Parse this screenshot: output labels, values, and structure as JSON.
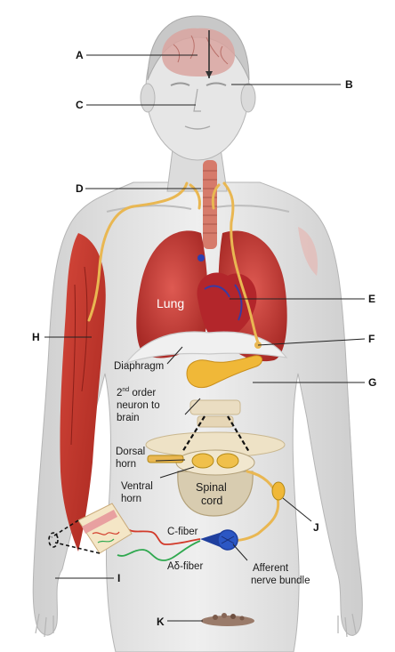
{
  "letters": {
    "a": "A",
    "b": "B",
    "c": "C",
    "d": "D",
    "e": "E",
    "f": "F",
    "g": "G",
    "h": "H",
    "i": "I",
    "j": "J",
    "k": "K"
  },
  "organs": {
    "lung": "Lung",
    "diaphragm": "Diaphragm",
    "second_order_num": "2",
    "second_order_sup": "nd",
    "second_order_rest": " order",
    "neuron_to": "neuron to",
    "brain": "brain",
    "dorsal_1": "Dorsal",
    "dorsal_2": "horn",
    "ventral_1": "Ventral",
    "ventral_2": "horn",
    "spinal_1": "Spinal",
    "spinal_2": "cord",
    "c_fiber": "C-fiber",
    "a_delta_fiber": "Aδ-fiber",
    "afferent_1": "Afferent",
    "afferent_2": "nerve bundle"
  },
  "colors": {
    "skin": "#e4e4e4",
    "muscle": "#c0392b",
    "lung": "#cc3b36",
    "heart": "#b3262b",
    "nerve": "#e9b752",
    "c_fiber": "#d23a2a",
    "a_delta_fiber": "#2fa84f",
    "nerve_bundle": "#1f3f9e"
  }
}
